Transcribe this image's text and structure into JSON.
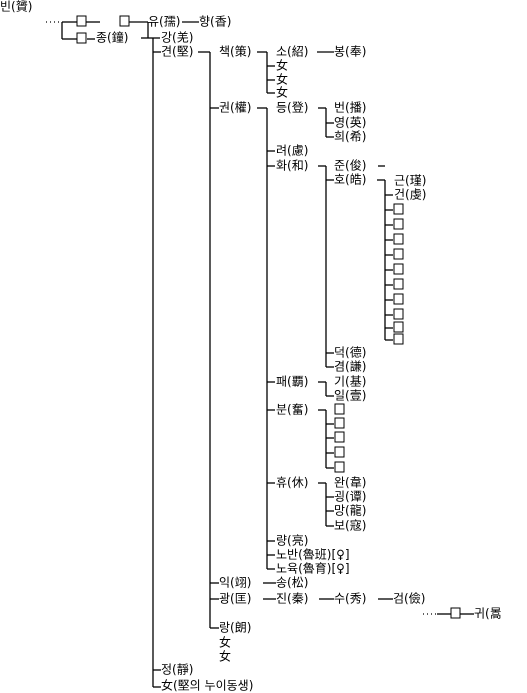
{
  "members": {
    "bin": "빈(贇)",
    "ul": "□",
    "u2": "□",
    "zong": "종(鐘)",
    "yu": "유(孺)",
    "hyang": "향(香)",
    "kang": "강(羌)",
    "gyeon": "견(堅)",
    "chaek": "책(策)",
    "so": "소(紹)",
    "bong": "봉(奉)",
    "nyeo1": "女",
    "nyeo2": "女",
    "nyeo3": "女",
    "gwon": "권(權)",
    "deung": "등(登)",
    "beon": "번(播)",
    "yeong": "영(英)",
    "hui": "희(希)",
    "ryeo": "려(慮)",
    "hwa": "화(和)",
    "jun": "준(俊)",
    "ho": "호(皓)",
    "geun": "근(瑾)",
    "geon": "건(虔)",
    "deok": "덕(德)",
    "gyeom": "겸(謙)",
    "pae": "패(覇)",
    "gi": "기(基)",
    "il": "일(壹)",
    "bun": "분(奮)",
    "hyu": "휴(休)",
    "wan": "완(韋)",
    "gwang_hyu": "굉(谭)",
    "mang": "망(龍)",
    "bo": "보(寇)",
    "ryang": "량(亮)",
    "noban": "노반(魯班)[♀]",
    "noyuk": "노육(魯育)[♀]",
    "ik": "익(翊)",
    "song": "송(松)",
    "gwang": "광(匡)",
    "jin": "진(秦)",
    "su": "수(秀)",
    "geom": "검(儉)",
    "gwi": "귀(暠",
    "rang": "랑(朗)",
    "nyeo4": "女",
    "nyeo5": "女",
    "jeong": "정(靜)",
    "sister": "女(堅의 누이동생)"
  }
}
